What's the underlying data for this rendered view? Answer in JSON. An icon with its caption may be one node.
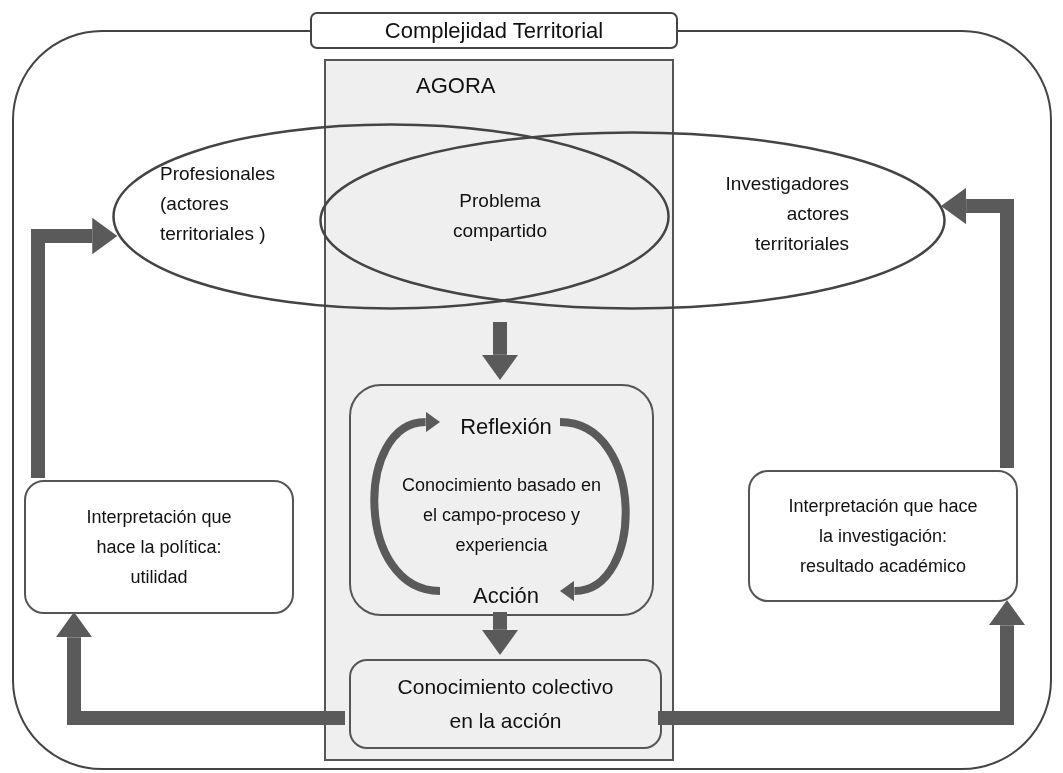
{
  "diagram": {
    "nodes": [
      {
        "text": [
          "Complejidad Territorial"
        ]
      },
      {
        "text": [
          "AGORA"
        ],
        "in": 0
      },
      {
        "text": [
          "Profesionales (actores territoriales )"
        ],
        "in": 0
      },
      {
        "text": [
          "Investigadores actores territoriales"
        ],
        "in": 0
      },
      {
        "text": [
          "Problema compartido"
        ]
      },
      {
        "text": [
          "Conocimiento basado en el campo-proceso y experiencia"
        ],
        "in": 1
      },
      {
        "text": [
          "Reflexión"
        ],
        "in": 5
      },
      {
        "text": [
          "Acción"
        ],
        "in": 5
      },
      {
        "text": [
          "Conocimiento colectivo en la acción"
        ],
        "in": 1
      },
      {
        "text": [
          "Interpretación que hace la política: utilidad"
        ],
        "in": 0
      },
      {
        "text": [
          "Interpretación que hace la investigación: resultado académico"
        ],
        "in": 0
      }
    ],
    "edges": [
      {
        "from": null,
        "to": 5,
        "arrow": "to"
      },
      {
        "from": 5,
        "to": 8,
        "arrow": "to"
      },
      {
        "from": 8,
        "to": 9,
        "arrow": "to"
      },
      {
        "from": 8,
        "to": 10,
        "arrow": "to"
      },
      {
        "from": 9,
        "to": 2,
        "arrow": "to"
      },
      {
        "from": 10,
        "to": 3,
        "arrow": "to"
      },
      {
        "from": 7,
        "to": 6,
        "arrow": "to"
      },
      {
        "from": 6,
        "to": 7,
        "arrow": "to"
      }
    ]
  }
}
